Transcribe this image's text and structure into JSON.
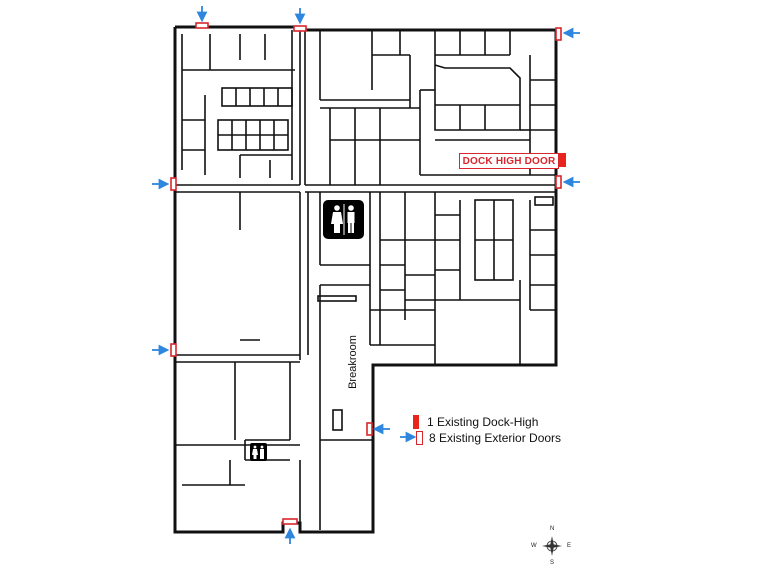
{
  "dock_label": "DOCK HIGH DOOR",
  "room_label": "Breakroom",
  "legend": {
    "dock_high": "1 Existing Dock-High",
    "exterior_doors": "8 Existing Exterior Doors"
  },
  "compass": {
    "n": "N",
    "s": "S",
    "e": "E",
    "w": "W"
  },
  "colors": {
    "door": "#d9262d",
    "dock": "#e8241c",
    "arrow": "#2e86de",
    "wall": "#111111"
  },
  "icons": [
    "restroom-icon",
    "restroom-icon-small",
    "arrow-icon",
    "compass-rose-icon"
  ]
}
